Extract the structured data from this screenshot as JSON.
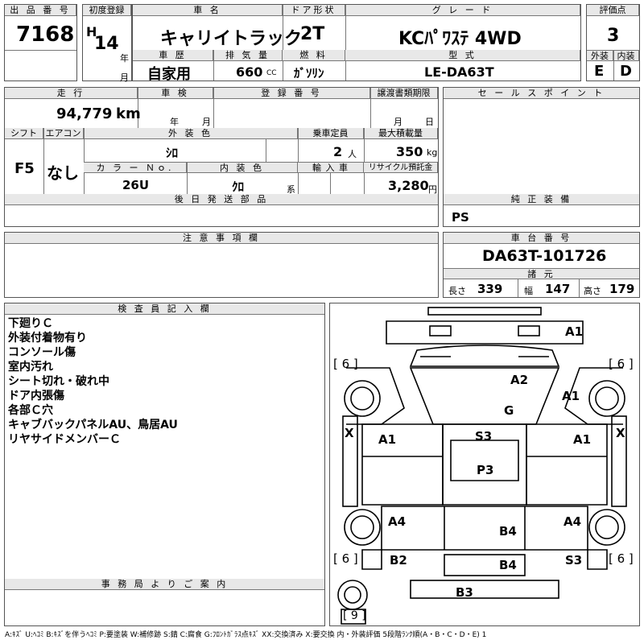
{
  "header": {
    "lot_label": "出 品 番 号",
    "lot_number": "7168",
    "reg_label": "初度登録",
    "era": "H",
    "reg_year": "14",
    "year_unit": "年",
    "month_unit": "月",
    "car_label": "車 名",
    "car_name": "キャリイトラック",
    "door_label": "ドア形状",
    "door": "2T",
    "grade_label": "グ レ ー ド",
    "grade": "KCﾊﾟﾜｽﾃ 4WD",
    "score_label": "評価点",
    "score": "3",
    "history_label": "車 歴",
    "history": "自家用",
    "disp_label": "排 気 量",
    "disp": "660",
    "disp_unit": "CC",
    "fuel_label": "燃 料",
    "fuel": "ｶﾞｿﾘﾝ",
    "model_label": "型 式",
    "model": "LE-DA63T",
    "ext_label": "外装",
    "ext": "E",
    "int_label": "内装",
    "int": "D"
  },
  "row2": {
    "mileage_label": "走 行",
    "mileage": "94,779",
    "mileage_unit": "km",
    "inspection_label": "車 検",
    "insp_year": "年",
    "insp_month": "月",
    "reg_no_label": "登 録 番 号",
    "transfer_label": "譲渡書類期限",
    "tr_month": "月",
    "tr_day": "日",
    "shift_label": "シフト",
    "shift": "F5",
    "ac_label": "エアコン",
    "ac": "なし",
    "color_label": "外 装 色",
    "color": "ｼﾛ",
    "capacity_label": "乗車定員",
    "capacity": "2",
    "capacity_unit": "人",
    "load_label": "最大積載量",
    "load": "350",
    "load_unit": "kg",
    "color_no_label": "カ ラ ー Ｎｏ.",
    "color_no": "26U",
    "interior_label": "内 装 色",
    "interior": "ｸﾛ",
    "interior_unit": "系",
    "import_label": "輸 入 車",
    "recycle_label": "リサイクル預託金",
    "recycle": "3,280",
    "recycle_unit": "円",
    "later_label": "後 日 発 送 部 品"
  },
  "side": {
    "sales_label": "セ ー ル ス ポ イ ン ト",
    "equip_label": "純 正 装 備",
    "equip": "PS",
    "chassis_label": "車 台 番 号",
    "chassis": "DA63T-101726",
    "specs_label": "諸 元",
    "len_label": "長さ",
    "len": "339",
    "wid_label": "幅",
    "wid": "147",
    "hgt_label": "高さ",
    "hgt": "179"
  },
  "caution_label": "注 意 事 項 欄",
  "inspector": {
    "label": "検 査 員 記 入 欄",
    "notes": [
      "下廻りＣ",
      "外装付着物有り",
      "コンソール傷",
      "室内汚れ",
      "シート切れ・破れ中",
      "ドア内張傷",
      "各部Ｃ穴",
      "キャブバックパネルAU、鳥居AU",
      "リヤサイドメンバーＣ"
    ]
  },
  "office_label": "事 務 局 よ り ご 案 内",
  "diagram": {
    "marks": {
      "a1_top": "A1",
      "a2": "A2",
      "a1_r": "A1",
      "g": "G",
      "x_l": "X",
      "x_r": "X",
      "a1_ml": "A1",
      "s3_c": "S3",
      "a1_mr": "A1",
      "p3": "P3",
      "a4_l": "A4",
      "a4_r": "A4",
      "b4_1": "B4",
      "b4_2": "B4",
      "b2": "B2",
      "s3_r": "S3",
      "b3": "B3",
      "six_tl": "[ 6 ]",
      "six_tr": "[ 6 ]",
      "six_bl": "[ 6 ]",
      "six_br": "[ 6 ]",
      "nine": "[ 9 ]"
    }
  },
  "legend": "A:ｷｽﾞ U:ﾍｺﾐ B:ｷｽﾞを伴うﾍｺﾐ P:要塗装 W:補修跡 S:錆 C:腐食 G:ﾌﾛﾝﾄｶﾞﾗｽ点ｷｽﾞ XX:交換済み X:要交換 内・外装評価 5段階ﾗﾝｸ順(A・B・C・D・E) 1"
}
